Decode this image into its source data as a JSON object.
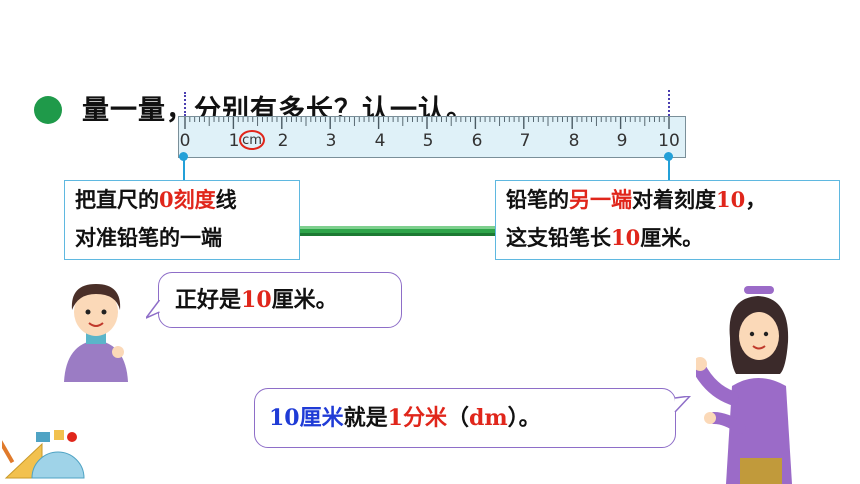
{
  "heading": "量一量，分别有多长？认一认。",
  "ruler": {
    "numbers": [
      "0",
      "1",
      "2",
      "3",
      "4",
      "5",
      "6",
      "7",
      "8",
      "9",
      "10"
    ],
    "unit": "cm"
  },
  "callout_left": {
    "line1_a": "把直尺的",
    "line1_b": "0刻度",
    "line1_c": "线",
    "line2": "对准铅笔的一端"
  },
  "callout_right": {
    "line1_a": "铅笔的",
    "line1_b": "另一端",
    "line1_c": "对着刻度",
    "line1_d": "10",
    "line1_e": "，",
    "line2_a": "这支铅笔长",
    "line2_b": "10",
    "line2_c": "厘米。"
  },
  "bubble_boy": {
    "a": "正好是",
    "b": "10",
    "c": "厘米。"
  },
  "bubble_teacher": {
    "a": "10厘米",
    "b": "就是",
    "c": "1分米",
    "d": "（",
    "e": "dm",
    "f": "）。"
  },
  "colors": {
    "bullet": "#1f9a4a",
    "highlight_red": "#e0261b",
    "highlight_blue": "#1f3bd6",
    "pencil": "#2fa54a"
  }
}
